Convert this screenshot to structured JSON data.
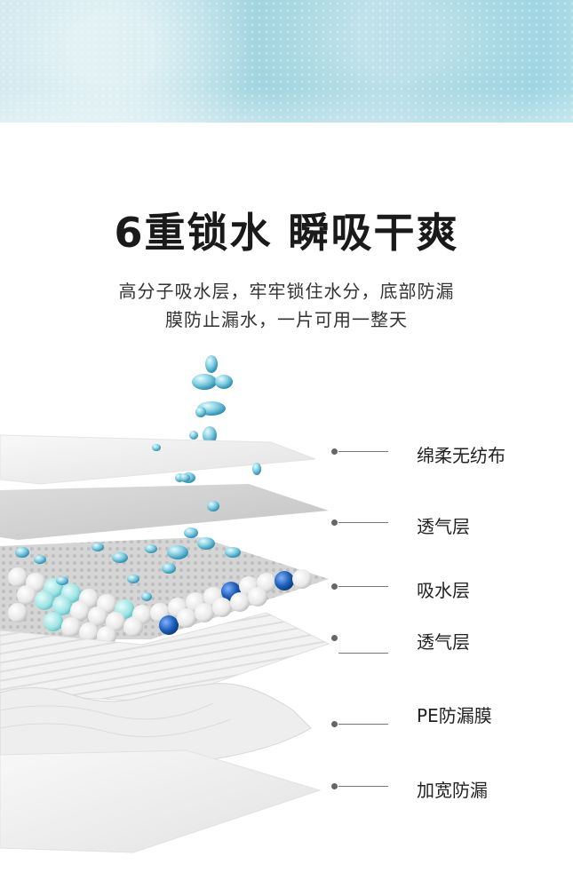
{
  "headline": "6重锁水 瞬吸干爽",
  "subtitle": {
    "line1": "高分子吸水层，牢牢锁住水分，底部防漏",
    "line2": "膜防止漏水，一片可用一整天"
  },
  "layers": [
    {
      "label": "绵柔无纺布"
    },
    {
      "label": "透气层"
    },
    {
      "label": "吸水层"
    },
    {
      "label": "透气层"
    },
    {
      "label": "PE防漏膜"
    },
    {
      "label": "加宽防漏"
    }
  ],
  "colors": {
    "banner": "#7fc5d6",
    "water": "#5fb3cf",
    "accent_blue": "#1f5fb8",
    "bead": "#f3f3f3",
    "text": "#1a1a1a"
  }
}
